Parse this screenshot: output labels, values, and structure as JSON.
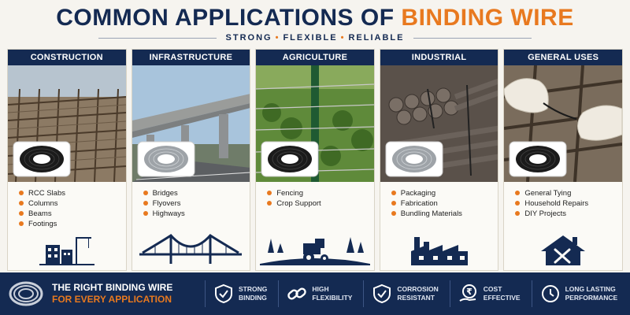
{
  "header": {
    "title_main": "COMMON APPLICATIONS OF ",
    "title_accent": "BINDING WIRE",
    "tagline": [
      "STRONG",
      "FLEXIBLE",
      "RELIABLE"
    ]
  },
  "cards": [
    {
      "title": "CONSTRUCTION",
      "items": [
        "RCC Slabs",
        "Columns",
        "Beams",
        "Footings"
      ],
      "icon": "construction-site-icon"
    },
    {
      "title": "INFRASTRUCTURE",
      "items": [
        "Bridges",
        "Flyovers",
        "Highways"
      ],
      "icon": "bridge-icon"
    },
    {
      "title": "AGRICULTURE",
      "items": [
        "Fencing",
        "Crop Support"
      ],
      "icon": "tractor-farm-icon"
    },
    {
      "title": "INDUSTRIAL",
      "items": [
        "Packaging",
        "Fabrication",
        "Bundling Materials"
      ],
      "icon": "factory-icon"
    },
    {
      "title": "GENERAL USES",
      "items": [
        "General Tying",
        "Household Repairs",
        "DIY Projects"
      ],
      "icon": "house-tools-icon"
    }
  ],
  "footer": {
    "tagline_line1": "THE RIGHT BINDING WIRE",
    "tagline_line2": "FOR EVERY APPLICATION",
    "features": [
      {
        "line1": "STRONG",
        "line2": "BINDING",
        "icon": "shield-check-icon"
      },
      {
        "line1": "HIGH",
        "line2": "FLEXIBILITY",
        "icon": "chain-link-icon"
      },
      {
        "line1": "CORROSION",
        "line2": "RESISTANT",
        "icon": "shield-check-icon"
      },
      {
        "line1": "COST",
        "line2": "EFFECTIVE",
        "icon": "rupee-hand-icon"
      },
      {
        "line1": "LONG LASTING",
        "line2": "PERFORMANCE",
        "icon": "clock-icon"
      }
    ]
  },
  "colors": {
    "navy": "#142a52",
    "orange": "#e8791f",
    "background": "#f6f4ef"
  }
}
